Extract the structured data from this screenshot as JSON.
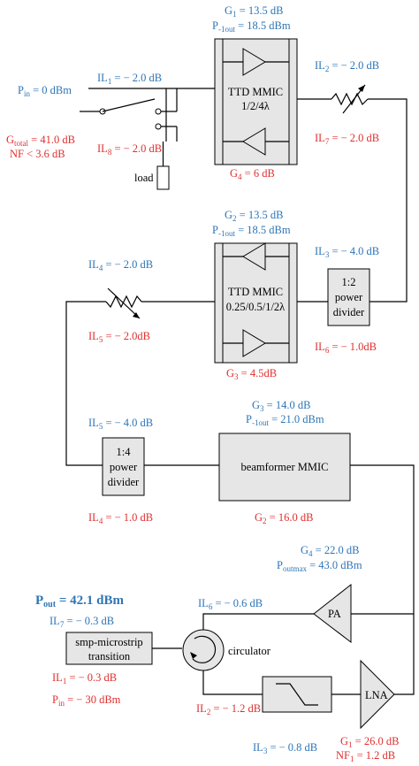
{
  "top_chain": {
    "pin": {
      "main": "P",
      "sub": "in",
      "rest": " = 0 dBm"
    },
    "gtotal": {
      "main": "G",
      "sub": "total",
      "rest": " = 41.0 dB"
    },
    "nf_total": "NF < 3.6 dB",
    "il1": {
      "main": "IL",
      "sub": "1",
      "rest": " = − 2.0 dB"
    },
    "il8": {
      "main": "IL",
      "sub": "8",
      "rest": " = − 2.0 dB"
    },
    "load": "load",
    "ttd1": {
      "line1": "TTD MMIC",
      "line2": "1/2/4λ"
    },
    "g1": {
      "main": "G",
      "sub": "1",
      "rest": " = 13.5 dB"
    },
    "p1out_1": {
      "main": "P",
      "sub": "-1out",
      "rest": " = 18.5 dBm"
    },
    "g4": {
      "main": "G",
      "sub": "4",
      "rest": " = 6 dB"
    },
    "il2": {
      "main": "IL",
      "sub": "2",
      "rest": " = − 2.0 dB"
    },
    "il7": {
      "main": "IL",
      "sub": "7",
      "rest": " = − 2.0 dB"
    }
  },
  "mid_chain": {
    "g2": {
      "main": "G",
      "sub": "2",
      "rest": " = 13.5 dB"
    },
    "p1out_2": {
      "main": "P",
      "sub": "-1out",
      "rest": " = 18.5 dBm"
    },
    "ttd2": {
      "line1": "TTD MMIC",
      "line2": "0.25/0.5/1/2λ"
    },
    "g3": {
      "main": "G",
      "sub": "3",
      "rest": " = 4.5dB"
    },
    "il3": {
      "main": "IL",
      "sub": "3",
      "rest": " = − 4.0 dB"
    },
    "pd12": {
      "line1": "1:2",
      "line2": "power",
      "line3": "divider"
    },
    "il6": {
      "main": "IL",
      "sub": "6",
      "rest": " = − 1.0dB"
    },
    "il4": {
      "main": "IL",
      "sub": "4",
      "rest": " = − 2.0 dB"
    },
    "il5": {
      "main": "IL",
      "sub": "5",
      "rest": " = − 2.0dB"
    }
  },
  "beam_chain": {
    "il5": {
      "main": "IL",
      "sub": "5",
      "rest": " = − 4.0 dB"
    },
    "pd14": {
      "line1": "1:4",
      "line2": "power",
      "line3": "divider"
    },
    "il4": {
      "main": "IL",
      "sub": "4",
      "rest": " = − 1.0 dB"
    },
    "g3": {
      "main": "G",
      "sub": "3",
      "rest": " = 14.0 dB"
    },
    "p1out": {
      "main": "P",
      "sub": "-1out",
      "rest": " = 21.0 dBm"
    },
    "beamformer": "beamformer MMIC",
    "g2": {
      "main": "G",
      "sub": "2",
      "rest": " = 16.0 dB"
    }
  },
  "front_end": {
    "g4": {
      "main": "G",
      "sub": "4",
      "rest": " = 22.0 dB"
    },
    "poutmax": {
      "main": "P",
      "sub": "outmax",
      "rest": " = 43.0 dBm"
    },
    "pa": "PA",
    "pout": {
      "main": "P",
      "sub": "out",
      "rest": " = 42.1 dBm"
    },
    "il7": {
      "main": "IL",
      "sub": "7",
      "rest": " = − 0.3 dB"
    },
    "il6": {
      "main": "IL",
      "sub": "6",
      "rest": " = − 0.6 dB"
    },
    "smp": {
      "line1": "smp-microstrip",
      "line2": "transition"
    },
    "circulator": "circulator",
    "il1": {
      "main": "IL",
      "sub": "1",
      "rest": " = − 0.3 dB"
    },
    "pin": {
      "main": "P",
      "sub": "in",
      "rest": " = − 30 dBm"
    },
    "il2": {
      "main": "IL",
      "sub": "2",
      "rest": " = − 1.2 dB"
    },
    "il3": {
      "main": "IL",
      "sub": "3",
      "rest": " = − 0.8 dB"
    },
    "lna": "LNA",
    "g1": {
      "main": "G",
      "sub": "1",
      "rest": " = 26.0 dB"
    },
    "nf1": {
      "main": "NF",
      "sub": "1",
      "rest": " = 1.2 dB"
    }
  },
  "colors": {
    "blue": "#2E75B6",
    "red": "#E03030",
    "box_fill": "#E6E6E6"
  }
}
